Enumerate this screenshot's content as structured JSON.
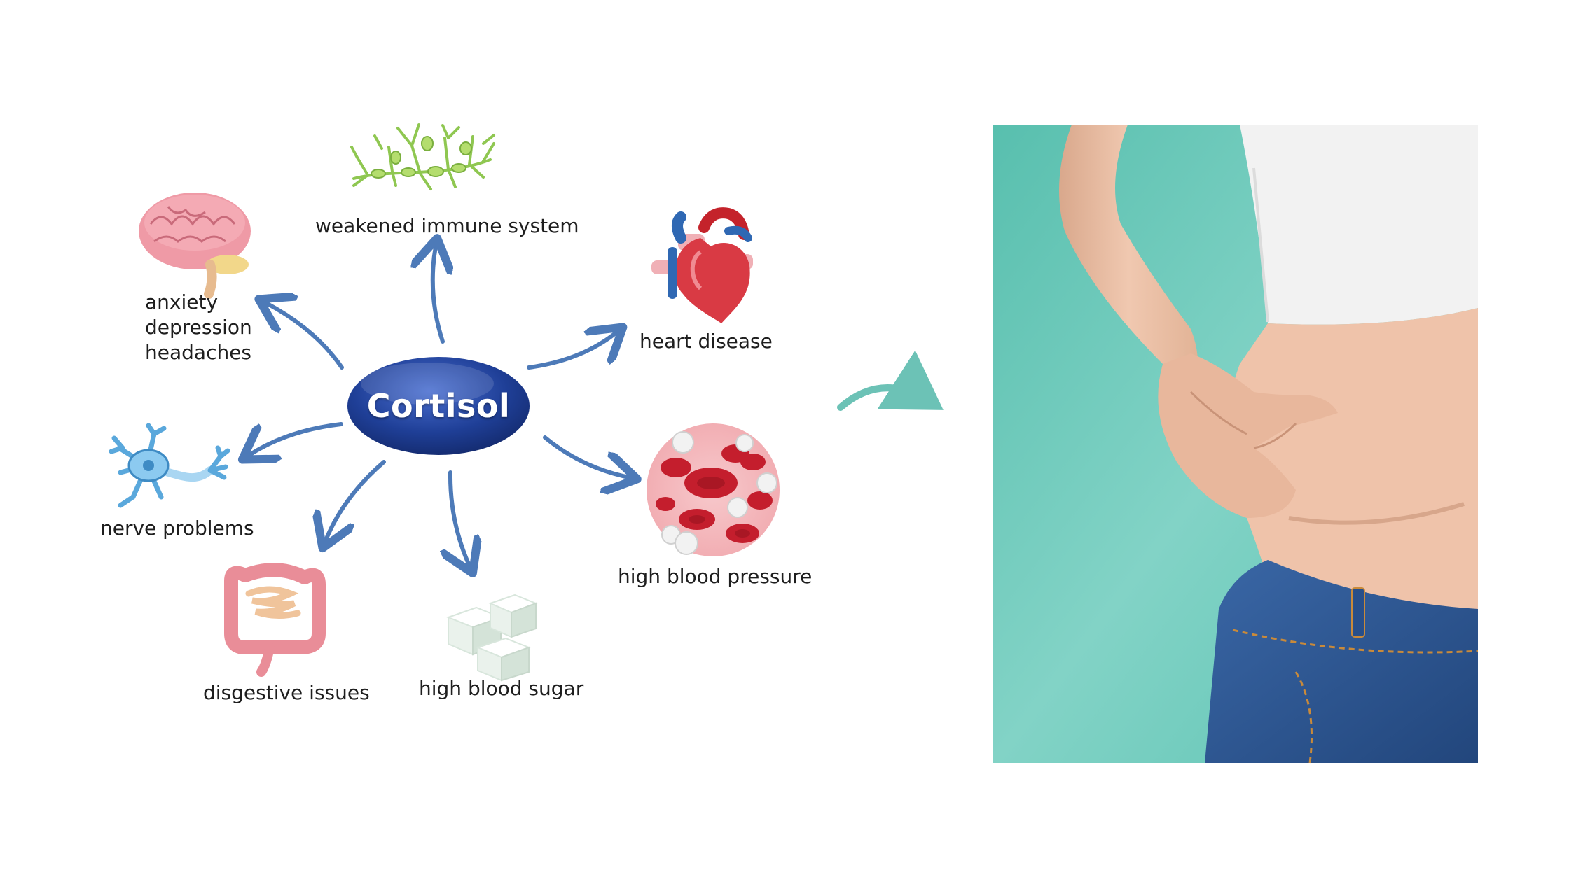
{
  "center": {
    "label": "Cortisol"
  },
  "effects": {
    "mental": [
      "anxiety",
      "depression",
      "headaches"
    ],
    "immune": "weakened immune system",
    "heart": "heart disease",
    "nerve": "nerve problems",
    "blood_pressure": "high blood pressure",
    "digestive": "disgestive issues",
    "sugar": "high blood sugar"
  },
  "colors": {
    "ellipse_dark": "#13296b",
    "ellipse_light": "#4a6fd0",
    "arrow": "#4d7ab8",
    "teal_arrow": "#6cc2b6",
    "photo_bg": "#6ccabb",
    "shirt": "#f2f2f2",
    "skin": "#e8bea4",
    "jeans": "#2c5591"
  },
  "icons": {
    "brain": "brain-icon",
    "immune": "immune-cells-icon",
    "heart": "heart-icon",
    "nerve": "neuron-icon",
    "blood": "blood-cells-icon",
    "intestine": "intestine-icon",
    "sugar": "sugar-cubes-icon"
  }
}
